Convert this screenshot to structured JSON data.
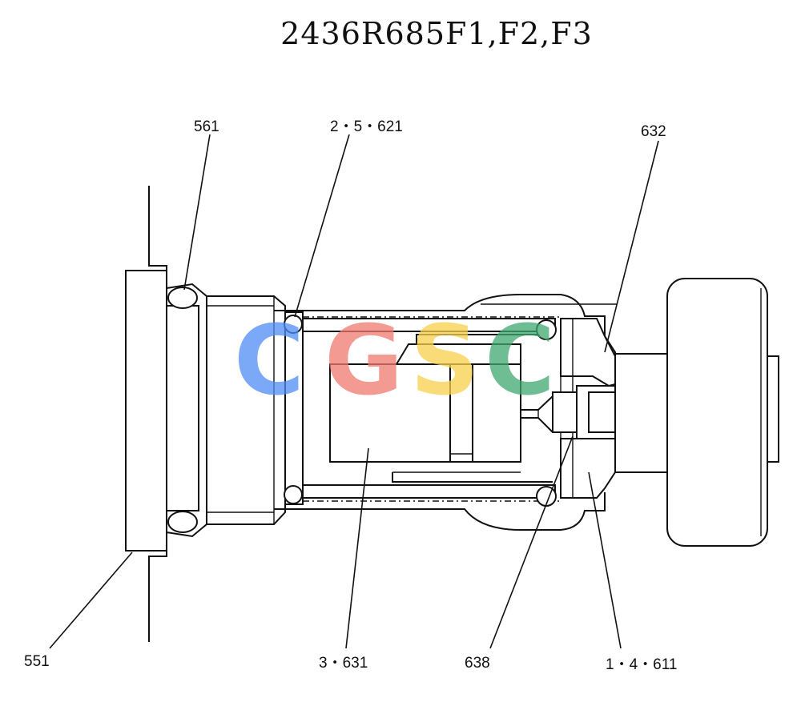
{
  "diagram": {
    "title": "2436R685F1,F2,F3",
    "callouts": {
      "c561": "561",
      "c25621": "2・5・621",
      "c632": "632",
      "c551": "551",
      "c3631": "3・631",
      "c638": "638",
      "c14611": "1・4・611"
    },
    "watermark": {
      "letters": [
        "C",
        "G",
        "S",
        "C"
      ],
      "colors": [
        "#4f8df5",
        "#f07a6e",
        "#f8d14b",
        "#3fa870"
      ]
    }
  }
}
